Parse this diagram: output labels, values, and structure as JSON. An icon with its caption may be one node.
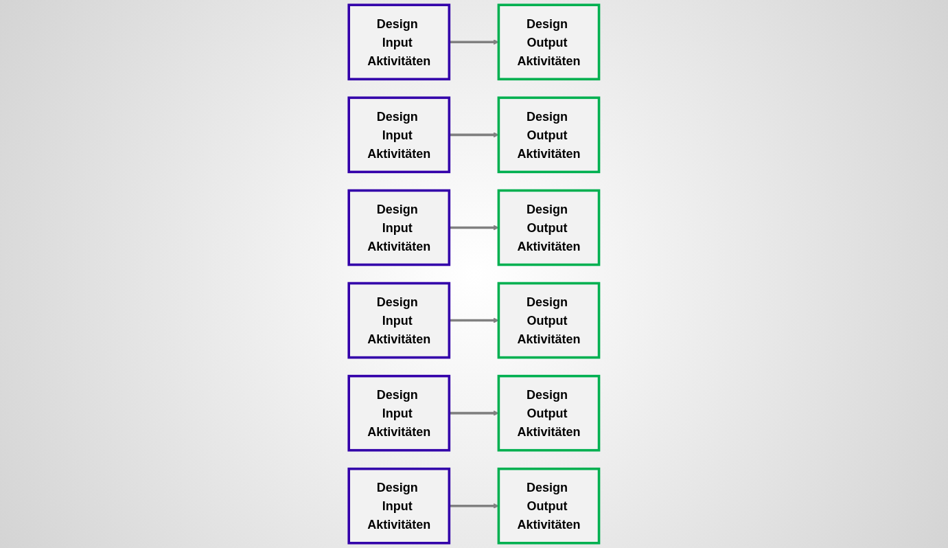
{
  "diagram": {
    "nodes": [
      {
        "text": [
          "Design Input Aktivitäten"
        ]
      },
      {
        "text": [
          "Design Output Aktivitäten"
        ]
      },
      {
        "text": [
          "Design Input Aktivitäten"
        ]
      },
      {
        "text": [
          "Design Output Aktivitäten"
        ]
      },
      {
        "text": [
          "Design Input Aktivitäten"
        ]
      },
      {
        "text": [
          "Design Output Aktivitäten"
        ]
      },
      {
        "text": [
          "Design Input Aktivitäten"
        ]
      },
      {
        "text": [
          "Design Output Aktivitäten"
        ]
      },
      {
        "text": [
          "Design Input Aktivitäten"
        ]
      },
      {
        "text": [
          "Design Output Aktivitäten"
        ]
      },
      {
        "text": [
          "Design Input Aktivitäten"
        ]
      },
      {
        "text": [
          "Design Output Aktivitäten"
        ]
      }
    ],
    "edges": [
      {
        "from": 0,
        "to": 1,
        "arrow": "to"
      },
      {
        "from": 2,
        "to": 3,
        "arrow": "to"
      },
      {
        "from": 4,
        "to": 5,
        "arrow": "to"
      },
      {
        "from": 6,
        "to": 7,
        "arrow": "to"
      },
      {
        "from": 8,
        "to": 9,
        "arrow": "to"
      },
      {
        "from": 10,
        "to": 11,
        "arrow": "to"
      }
    ]
  }
}
